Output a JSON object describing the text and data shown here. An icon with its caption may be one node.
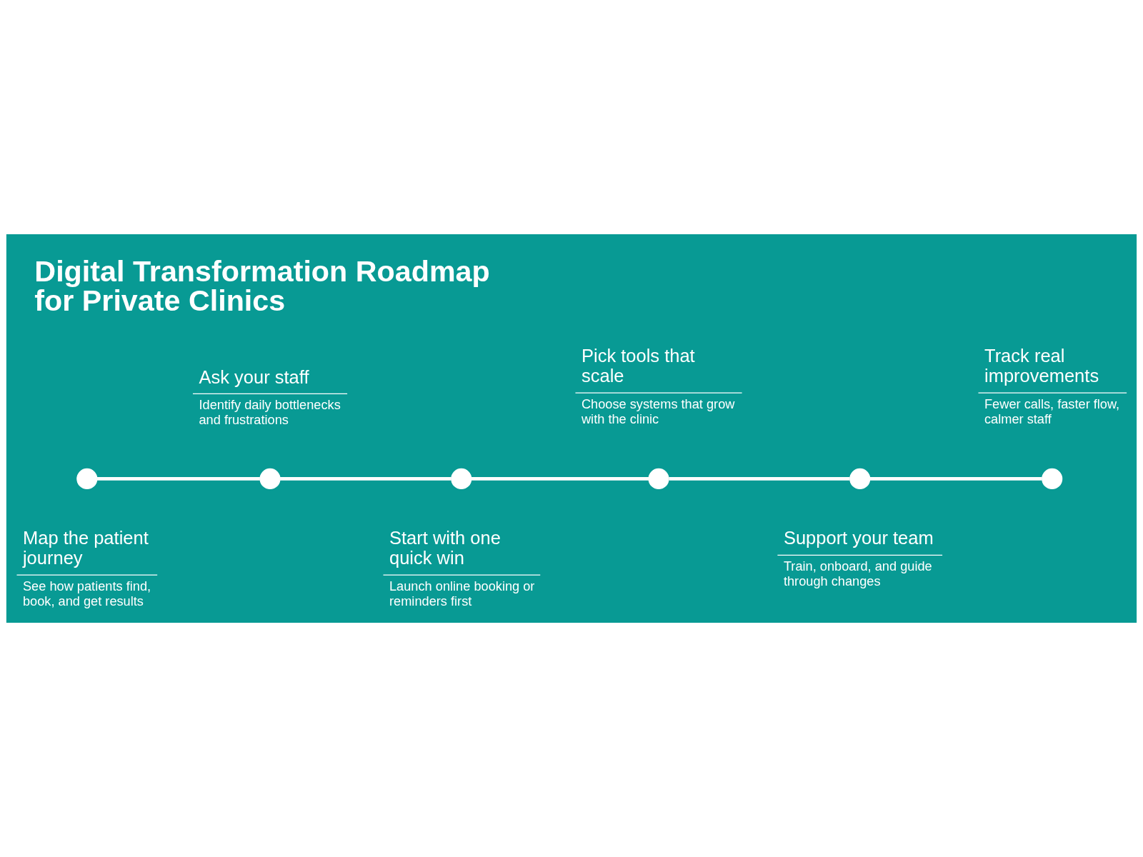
{
  "diagram": {
    "title": "Digital Transformation Roadmap for Private Clinics",
    "nodes": [
      {
        "text": [],
        "shape": "circle",
        "beside": [
          "Map the patient journey",
          "See how patients find, book, and get results"
        ]
      },
      {
        "text": [],
        "shape": "circle",
        "beside": [
          "Ask your staff",
          "Identify daily bottlenecks and frustrations"
        ]
      },
      {
        "text": [],
        "shape": "circle",
        "beside": [
          "Start with one quick win",
          "Launch online booking or reminders first"
        ]
      },
      {
        "text": [],
        "shape": "circle",
        "beside": [
          "Pick tools that scale",
          "Choose systems that grow with the clinic"
        ]
      },
      {
        "text": [],
        "shape": "circle",
        "beside": [
          "Support your team",
          "Train, onboard, and guide through changes"
        ]
      },
      {
        "text": [],
        "shape": "circle",
        "beside": [
          "Track real improvements",
          "Fewer calls, faster flow, calmer staff"
        ]
      }
    ],
    "edges": [
      {
        "from": 0,
        "to": 1,
        "arrow": "none"
      },
      {
        "from": 1,
        "to": 2,
        "arrow": "none"
      },
      {
        "from": 2,
        "to": 3,
        "arrow": "none"
      },
      {
        "from": 3,
        "to": 4,
        "arrow": "none"
      },
      {
        "from": 4,
        "to": 5,
        "arrow": "none"
      }
    ]
  }
}
